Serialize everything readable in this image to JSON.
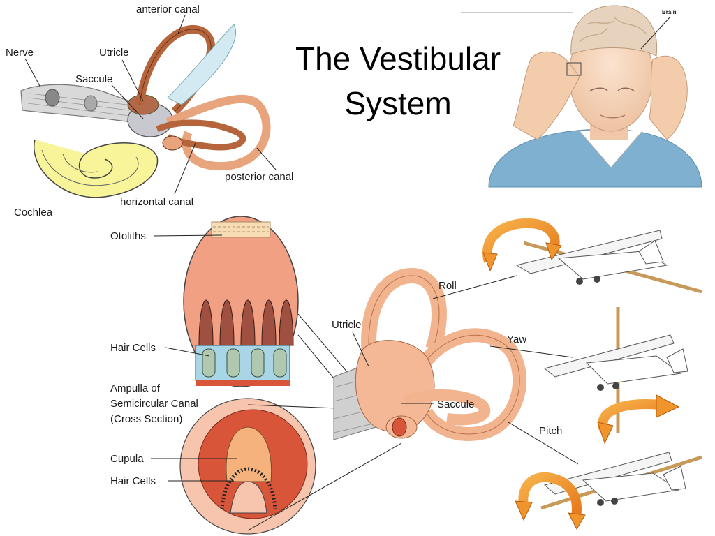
{
  "slide": {
    "title_line1": "The Vestibular",
    "title_line2": "System"
  },
  "ear_anatomy": {
    "anterior_canal": "anterior canal",
    "nerve": "Nerve",
    "utricle": "Utricle",
    "saccule": "Saccule",
    "posterior_canal": "posterior canal",
    "horizontal_canal": "horizontal canal",
    "cochlea": "Cochlea"
  },
  "brain_figure": {
    "brain": "Brain"
  },
  "labyrinth_detail": {
    "otoliths": "Otoliths",
    "hair_cells_top": "Hair Cells",
    "ampulla_line1": "Ampulla of",
    "ampulla_line2": "Semicircular Canal",
    "ampulla_line3": "(Cross Section)",
    "cupula": "Cupula",
    "hair_cells_bottom": "Hair Cells",
    "utricle": "Utricle",
    "saccule": "Saccule",
    "roll": "Roll",
    "yaw": "Yaw",
    "pitch": "Pitch"
  },
  "colors": {
    "canal_brown": "#b5643c",
    "canal_light": "#e8a47c",
    "cochlea_yellow": "#f7f49a",
    "salmon": "#f2b48f",
    "ampulla_red": "#d9553a",
    "arrow_orange": "#f0952b",
    "sweater_blue": "#7fb0d0"
  }
}
